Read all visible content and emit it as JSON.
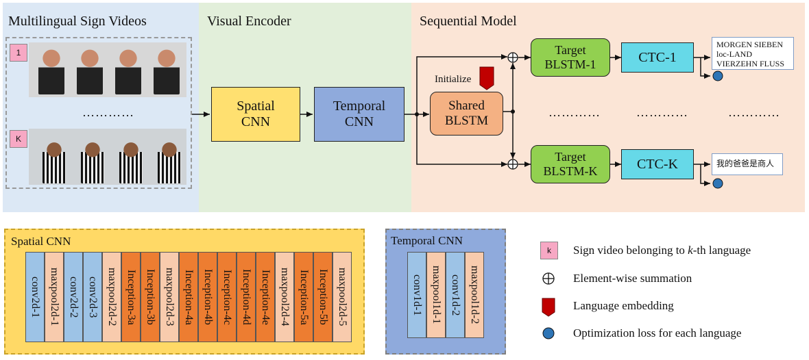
{
  "panels": {
    "videos_title": "Multilingual Sign Videos",
    "encoder_title": "Visual Encoder",
    "sequential_title": "Sequential Model"
  },
  "videos": {
    "badge_first": "1",
    "badge_last": "K",
    "dots": "…………"
  },
  "encoder": {
    "spatial": "Spatial\nCNN",
    "temporal": "Temporal\nCNN"
  },
  "sequential": {
    "initialize": "Initialize",
    "shared": "Shared\nBLSTM",
    "target_1": "Target\nBLSTM-1",
    "target_k": "Target\nBLSTM-K",
    "ctc_1": "CTC-1",
    "ctc_k": "CTC-K",
    "output_1": "MORGEN SIEBEN\nloc-LAND\nVIERZEHN FLUSS",
    "output_k": "我的爸爸是商人",
    "dots": "…………"
  },
  "spatial_cnn": {
    "title": "Spatial CNN",
    "layers": [
      "conv2d-1",
      "maxpool2d-1",
      "conv2d-2",
      "conv2d-3",
      "maxpool2d-2",
      "Inception-3a",
      "Inception-3b",
      "maxpool2d-3",
      "Inception-4a",
      "Inception-4b",
      "Inception-4c",
      "Inception-4d",
      "Inception-4e",
      "maxpool2d-4",
      "Inception-5a",
      "Inception-5b",
      "maxpool2d-5"
    ],
    "kinds": [
      "conv",
      "pool",
      "conv",
      "conv",
      "pool",
      "incep",
      "incep",
      "pool",
      "incep",
      "incep",
      "incep",
      "incep",
      "incep",
      "pool",
      "incep",
      "incep",
      "pool"
    ]
  },
  "temporal_cnn": {
    "title": "Temporal CNN",
    "layers": [
      "conv1d-1",
      "maxpool1d-1",
      "conv1d-2",
      "maxpool1d-2"
    ],
    "kinds": [
      "conv",
      "pool",
      "conv",
      "pool"
    ]
  },
  "legend": {
    "badge": "k",
    "badge_text_pre": "Sign video belonging to ",
    "badge_text_var": "k",
    "badge_text_post": "-th language",
    "sum": "Element-wise summation",
    "embedding": "Language embedding",
    "loss": "Optimization loss for each language"
  },
  "colors": {
    "videos_bg": "#dce8f5",
    "encoder_bg": "#e2efda",
    "sequential_bg": "#fbe5d6",
    "spatial_box": "#ffe070",
    "temporal_box": "#8faadc",
    "shared_box": "#f4b183",
    "target_box": "#92d050",
    "ctc_box": "#66d9e8",
    "conv_layer": "#9dc3e6",
    "pool_layer": "#f8cbad",
    "incep_layer": "#ed7d31",
    "spatial_panel": "#ffd966",
    "temporal_panel": "#8faadc",
    "embedding": "#c00000",
    "loss_dot": "#2e75b6"
  }
}
